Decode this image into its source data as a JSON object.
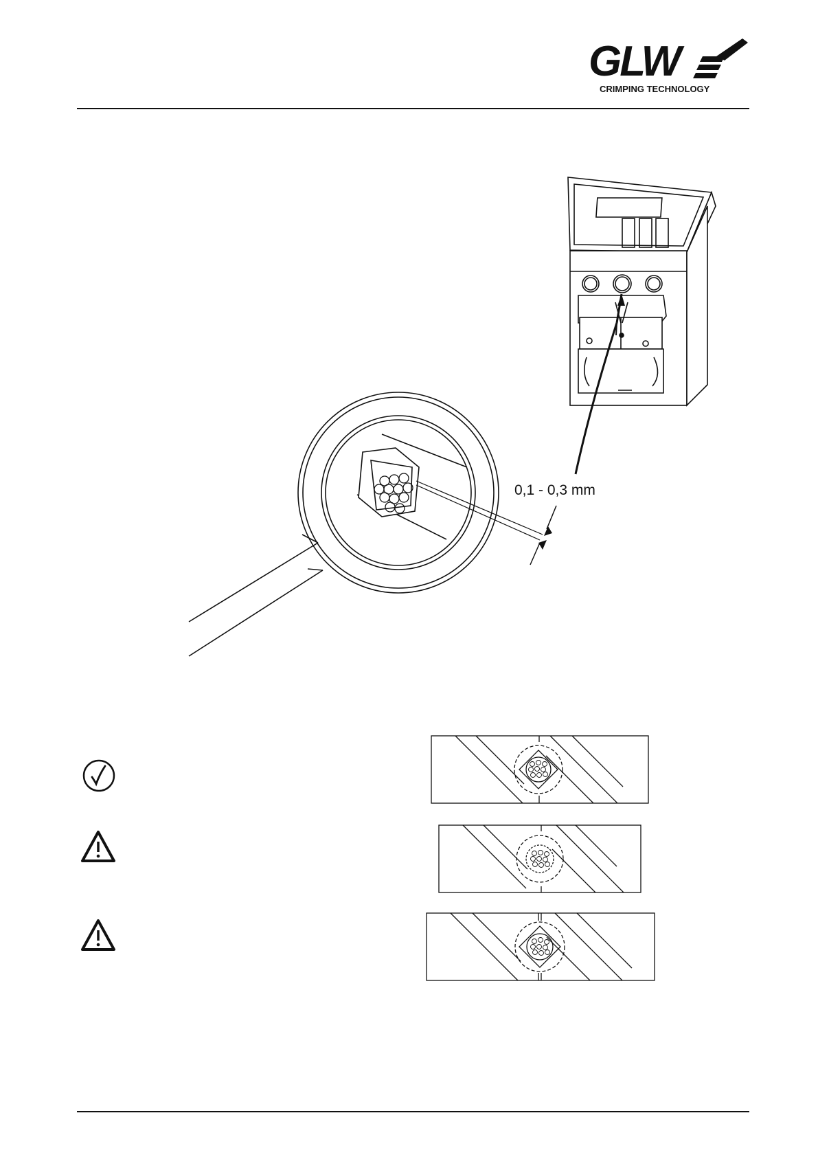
{
  "header": {
    "logo_text": "GLW",
    "logo_tagline": "CRIMPING TECHNOLOGY"
  },
  "figure": {
    "dimension_label": "0,1 - 0,3 mm"
  },
  "crimp_examples": [
    {
      "status": "ok",
      "icon": "check-circle-icon"
    },
    {
      "status": "warning",
      "icon": "warning-triangle-icon"
    },
    {
      "status": "warning",
      "icon": "warning-triangle-icon"
    }
  ],
  "colors": {
    "ink": "#111111",
    "paper": "#ffffff"
  }
}
